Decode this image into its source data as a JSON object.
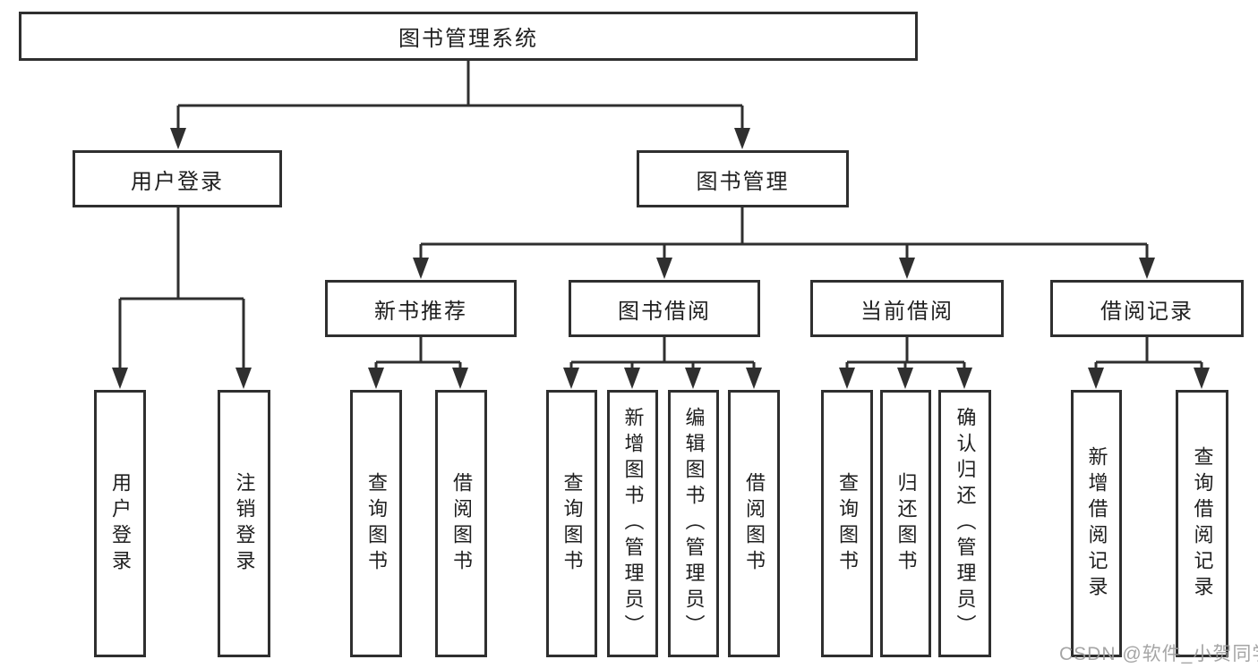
{
  "diagram": {
    "root": {
      "label": "图书管理系统"
    },
    "branches": [
      {
        "label": "用户登录",
        "children": [
          {
            "label": "用户登录"
          },
          {
            "label": "注销登录"
          }
        ]
      },
      {
        "label": "图书管理",
        "children": [
          {
            "label": "新书推荐",
            "children": [
              {
                "label": "查询图书"
              },
              {
                "label": "借阅图书"
              }
            ]
          },
          {
            "label": "图书借阅",
            "children": [
              {
                "label": "查询图书"
              },
              {
                "label": "新增图书（管理员）"
              },
              {
                "label": "编辑图书（管理员）"
              },
              {
                "label": "借阅图书"
              }
            ]
          },
          {
            "label": "当前借阅",
            "children": [
              {
                "label": "查询图书"
              },
              {
                "label": "归还图书"
              },
              {
                "label": "确认归还（管理员）"
              }
            ]
          },
          {
            "label": "借阅记录",
            "children": [
              {
                "label": "新增借阅记录"
              },
              {
                "label": "查询借阅记录"
              }
            ]
          }
        ]
      }
    ]
  },
  "watermark": {
    "text": "CSDN @软件_小贺同学"
  },
  "colors": {
    "line": "#2f2f2f",
    "box_border": "#2f2f2f",
    "text": "#1f1f1f",
    "background": "#ffffff",
    "watermark": "#9b9b9b"
  }
}
